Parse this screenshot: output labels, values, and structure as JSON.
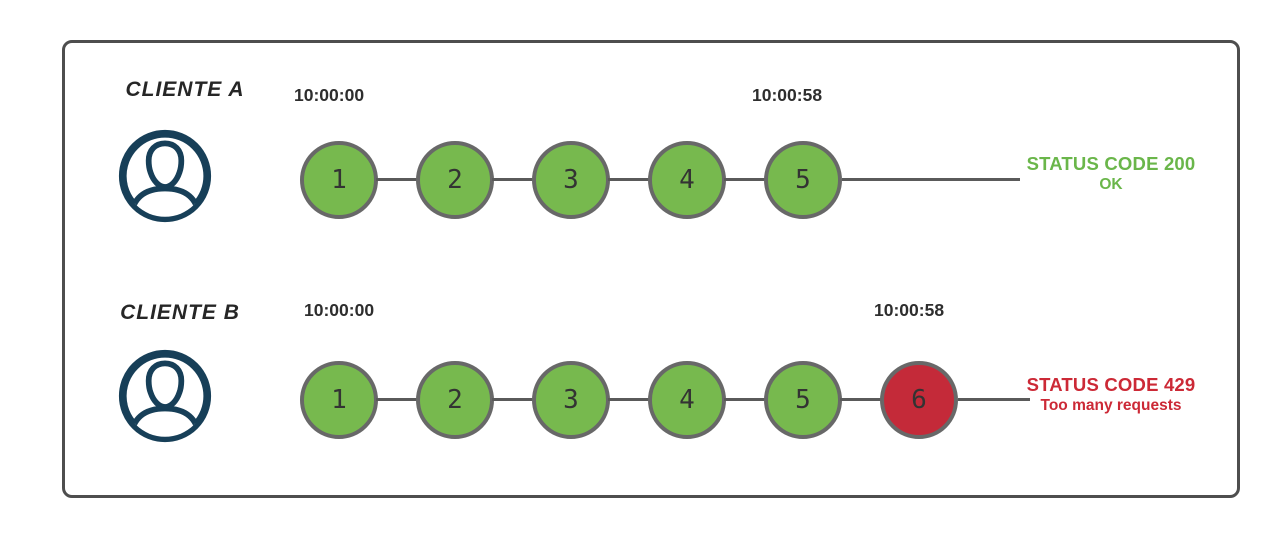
{
  "rows": [
    {
      "client": "CLIENTE A",
      "start_time": "10:00:00",
      "end_time": "10:00:58",
      "requests": [
        {
          "n": "1",
          "status": "ok"
        },
        {
          "n": "2",
          "status": "ok"
        },
        {
          "n": "3",
          "status": "ok"
        },
        {
          "n": "4",
          "status": "ok"
        },
        {
          "n": "5",
          "status": "ok"
        }
      ],
      "status_line1": "STATUS CODE 200",
      "status_line2": "OK",
      "status_color": "#6ab64a"
    },
    {
      "client": "CLIENTE B",
      "start_time": "10:00:00",
      "end_time": "10:00:58",
      "requests": [
        {
          "n": "1",
          "status": "ok"
        },
        {
          "n": "2",
          "status": "ok"
        },
        {
          "n": "3",
          "status": "ok"
        },
        {
          "n": "4",
          "status": "ok"
        },
        {
          "n": "5",
          "status": "ok"
        },
        {
          "n": "6",
          "status": "blocked"
        }
      ],
      "status_line1": "STATUS CODE 429",
      "status_line2": "Too many requests",
      "status_color": "#cc2936"
    }
  ],
  "icons": {
    "avatar": "user-in-circle-icon"
  },
  "colors": {
    "ok_fill": "#77b94e",
    "blocked_fill": "#c42a39",
    "circle_border": "#686868",
    "connector": "#5a5a5a",
    "avatar": "#173f58",
    "frame_border": "#4e4e4e",
    "timestamp_text": "#2e2e2e"
  }
}
